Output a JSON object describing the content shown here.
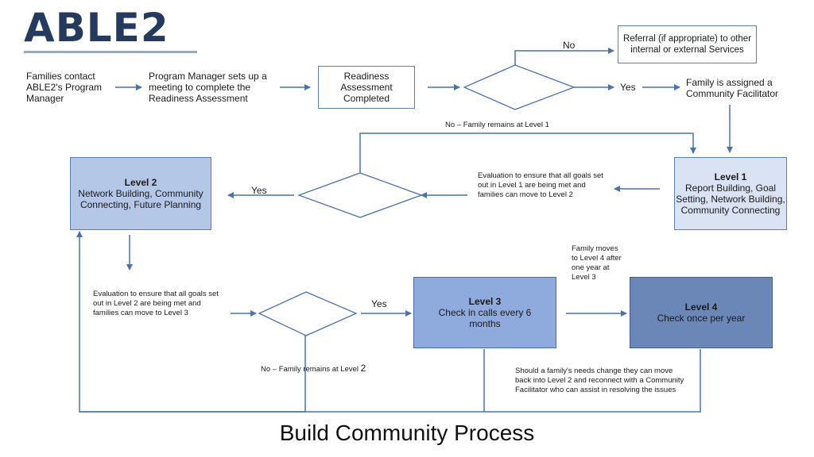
{
  "logo": {
    "text": "ABLE2"
  },
  "title": "Build Community Process",
  "steps": {
    "families_contact": "Families contact ABLE2's Program Manager",
    "program_manager": "Program Manager sets up a meeting to complete the Readiness Assessment",
    "readiness": "Readiness Assessment Completed",
    "referral": "Referral (if appropriate) to other internal or external Services",
    "facilitator": "Family is assigned a Community Facilitator"
  },
  "branches": {
    "no_top": "No",
    "yes_top": "Yes",
    "no_level1": "No – Family remains at Level  1",
    "yes_level2": "Yes",
    "yes_level3": "Yes",
    "no_level2": "No – Family remains at Level",
    "no_level2_num": "2"
  },
  "notes": {
    "eval_level1": "Evaluation to ensure that all goals set out in Level 1 are being met and families can move to Level 2",
    "eval_level2": "Evaluation to ensure that all goals set out in Level 2 are being met and families can move to Level 3",
    "moves_level4": "Family moves to Level 4 after one year at Level 3",
    "needs_change": "Should a family's needs change they can move back into Level 2 and reconnect with a Community Facilitator who can assist in resolving the issues"
  },
  "levels": {
    "level1": {
      "title": "Level 1",
      "desc": "Report Building, Goal Setting, Network Building, Community Connecting"
    },
    "level2": {
      "title": "Level 2",
      "desc": "Network Building, Community Connecting, Future Planning"
    },
    "level3": {
      "title": "Level 3",
      "desc": "Check in calls every 6 months"
    },
    "level4": {
      "title": "Level 4",
      "desc": "Check once per year"
    }
  },
  "colors": {
    "line": "#4a72b0",
    "level1_fill": "#dae3f3",
    "level2_fill": "#b4c7e7",
    "level3_fill": "#8faadc",
    "level4_fill": "#6b87b8"
  }
}
